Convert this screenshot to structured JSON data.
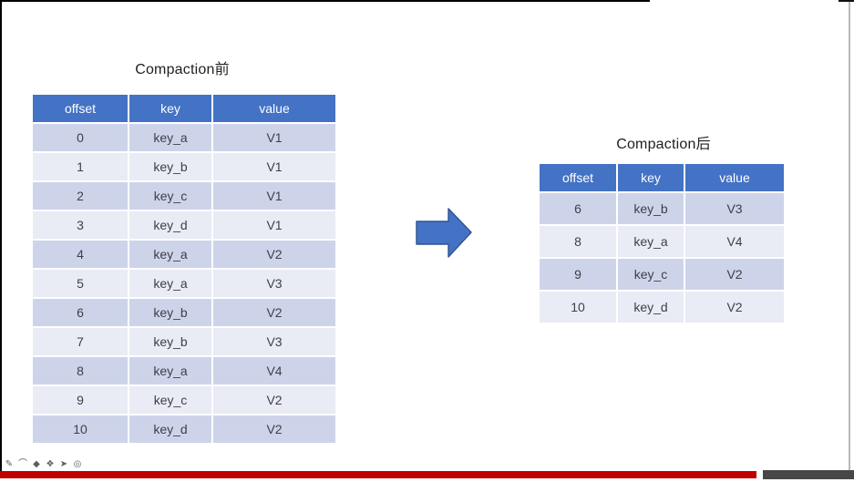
{
  "slide": {
    "before_table": {
      "title": "Compaction前",
      "columns": [
        "offset",
        "key",
        "value"
      ],
      "rows": [
        [
          "0",
          "key_a",
          "V1"
        ],
        [
          "1",
          "key_b",
          "V1"
        ],
        [
          "2",
          "key_c",
          "V1"
        ],
        [
          "3",
          "key_d",
          "V1"
        ],
        [
          "4",
          "key_a",
          "V2"
        ],
        [
          "5",
          "key_a",
          "V3"
        ],
        [
          "6",
          "key_b",
          "V2"
        ],
        [
          "7",
          "key_b",
          "V3"
        ],
        [
          "8",
          "key_a",
          "V4"
        ],
        [
          "9",
          "key_c",
          "V2"
        ],
        [
          "10",
          "key_d",
          "V2"
        ]
      ]
    },
    "after_table": {
      "title": "Compaction后",
      "columns": [
        "offset",
        "key",
        "value"
      ],
      "rows": [
        [
          "6",
          "key_b",
          "V3"
        ],
        [
          "8",
          "key_a",
          "V4"
        ],
        [
          "9",
          "key_c",
          "V2"
        ],
        [
          "10",
          "key_d",
          "V2"
        ]
      ]
    }
  },
  "icons": {
    "arrow": "right-block-arrow",
    "tools": [
      {
        "name": "pen-icon",
        "glyph": "✎"
      },
      {
        "name": "lasso-icon",
        "glyph": "⌒"
      },
      {
        "name": "marker-icon",
        "glyph": "◆"
      },
      {
        "name": "stamp-icon",
        "glyph": "❖"
      },
      {
        "name": "cursor-icon",
        "glyph": "➤"
      },
      {
        "name": "target-icon",
        "glyph": "◎"
      }
    ]
  },
  "player": {
    "progress_percent": 88.6
  },
  "colors": {
    "table_header_bg": "#4472C4",
    "row_band_dark": "#CDD4EA",
    "row_band_light": "#E9EBF5",
    "header_text": "#FFFFFF",
    "cell_text": "#3F3F46",
    "arrow_fill": "#4472C4",
    "arrow_outline": "#31538F",
    "progress_red": "#C00000",
    "progress_remaining_gray": "#474747"
  }
}
